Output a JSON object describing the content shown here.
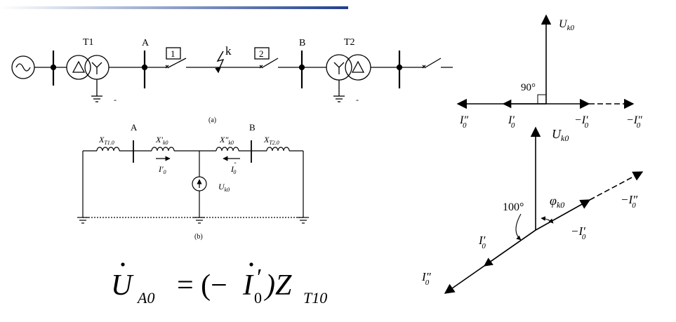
{
  "top_bar": {
    "gradient_start": "#ffffff",
    "gradient_end": "#1f3f8f"
  },
  "single_line": {
    "t1": "T1",
    "a": "A",
    "box1": "1",
    "fault": "k",
    "box2": "2",
    "b": "B",
    "t2": "T2",
    "dash_left": "-",
    "dash_right": "-",
    "caption": "(a)"
  },
  "zero_seq": {
    "a": "A",
    "b": "B",
    "x_t1": {
      "main": "X",
      "sub": "T1.0"
    },
    "x_k1": {
      "main": "X′",
      "sub": "k0"
    },
    "x_k2": {
      "main": "X″",
      "sub": "k0"
    },
    "x_t2": {
      "main": "X",
      "sub": "T2.0"
    },
    "i1": {
      "main": "I′",
      "sub": "0"
    },
    "i2": {
      "main": "I",
      "sup": "\"",
      "sub": "0"
    },
    "u": {
      "main": "U",
      "sub": "k0"
    },
    "caption": "(b)"
  },
  "equation": {
    "u": "U",
    "u_sub": "A0",
    "mid": "= (−",
    "i": "I",
    "i_prime": "′",
    "i_sub": "0",
    "close": ")Z",
    "z_sub": "T10"
  },
  "phasor1": {
    "uk0": {
      "main": "U",
      "sub": "k0"
    },
    "angle": "90°",
    "i0pp": {
      "main": "I″",
      "sub": "0"
    },
    "i0p": {
      "main": "I′",
      "sub": "0"
    },
    "neg_i0p": {
      "main": "−I′",
      "sub": "0"
    },
    "neg_i0pp": {
      "main": "−I″",
      "sub": "0"
    }
  },
  "phasor2": {
    "uk0": {
      "main": "U",
      "sub": "k0"
    },
    "phi": {
      "main": "φ",
      "sub": "k0"
    },
    "angle": "100°",
    "neg_i0pp": {
      "main": "−I″",
      "sub": "0"
    },
    "neg_i0p": {
      "main": "−I′",
      "sub": "0"
    },
    "i0p": {
      "main": "I′",
      "sub": "0"
    },
    "i0pp": {
      "main": "I″",
      "sub": "0"
    }
  }
}
